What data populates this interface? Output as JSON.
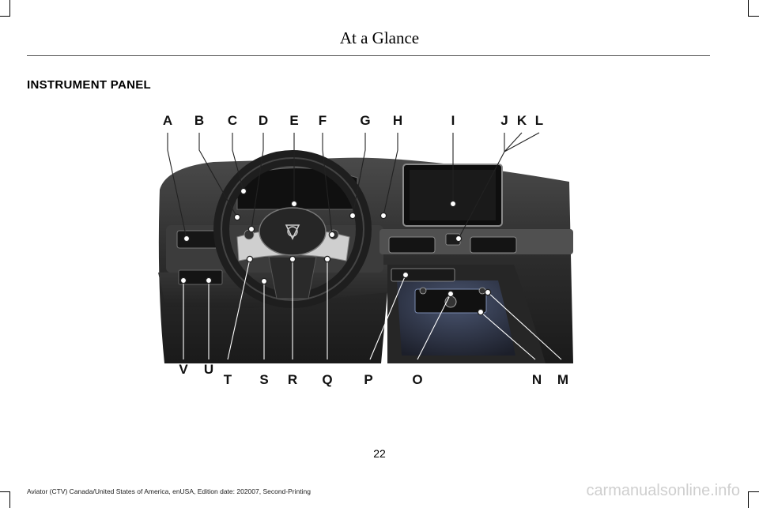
{
  "header": {
    "title": "At a Glance"
  },
  "section": {
    "heading": "INSTRUMENT PANEL"
  },
  "figure": {
    "callouts_top": [
      "A",
      "B",
      "C",
      "D",
      "E",
      "F",
      "G",
      "H",
      "I",
      "J",
      "K",
      "L"
    ],
    "callouts_bottom": [
      "V",
      "U",
      "T",
      "S",
      "R",
      "Q",
      "P",
      "O",
      "N",
      "M"
    ]
  },
  "footer": {
    "page_number": "22",
    "edition": "Aviator (CTV) Canada/United States of America, enUSA, Edition date: 202007, Second-Printing",
    "watermark": "carmanualsonline.info"
  }
}
